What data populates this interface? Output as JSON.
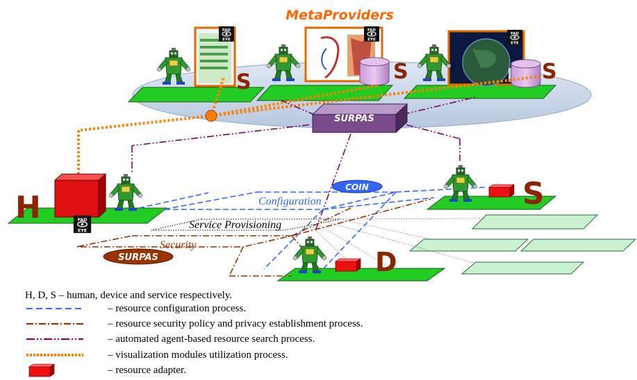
{
  "title": "MetaProviders",
  "nodes": {
    "surpas_hub": "SURPAS",
    "surpas_security": "SURPAS",
    "coin": "COIN",
    "human": "H",
    "device": "D",
    "service_right": "S",
    "service_top_1": "S",
    "service_top_2": "S",
    "service_top_3": "S"
  },
  "planes": {
    "configuration": "Configuration",
    "provisioning": "Service Provisioning",
    "security": "Security"
  },
  "legend": {
    "heading": "H, D, S – human, device and service respectively.",
    "items": [
      {
        "style": "blue-dash",
        "text": "– resource configuration process."
      },
      {
        "style": "brown-dashdot",
        "text": "– resource security policy and privacy establishment process."
      },
      {
        "style": "purple-dashdotdot",
        "text": "– automated agent-based resource search process."
      },
      {
        "style": "orange-dotted",
        "text": "– visualization modules utilization process."
      },
      {
        "style": "red-block",
        "text": "– resource adapter."
      }
    ]
  },
  "colors": {
    "title": "#ff6600",
    "platform": "#22cc22",
    "ellipse": "#c8d8ec",
    "orange_link": "#ff7f00",
    "blue_link": "#3366ff",
    "brown_link": "#993300",
    "purple_link": "#800060",
    "adapter": "#ee1111",
    "letter": "#8b2500",
    "coin": "#3366ff",
    "surpas_brown": "#993300",
    "surpas_purple": "#7a4a8a"
  },
  "icons": [
    "robot-agent-icon",
    "fad-eye-logo-icon",
    "database-cylinder-icon",
    "resource-adapter-icon"
  ]
}
